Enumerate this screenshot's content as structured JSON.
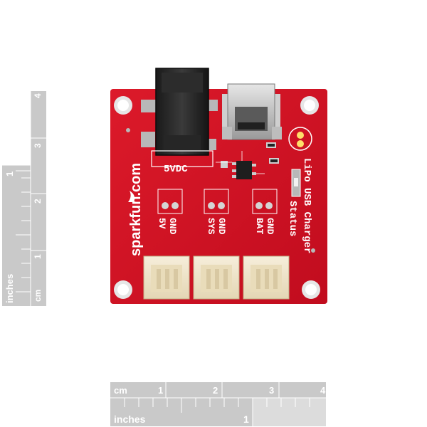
{
  "board": {
    "brand": "sparkfun.com",
    "title": "LiPo USB Charger",
    "status": "Status",
    "power_label": "5VDC",
    "connectors": [
      {
        "pin1": "GND",
        "pin2": "5V"
      },
      {
        "pin1": "GND",
        "pin2": "SYS"
      },
      {
        "pin1": "GND",
        "pin2": "BAT"
      }
    ],
    "colors": {
      "pcb": "#d40f24",
      "silkscreen": "#ffffff",
      "pads": "#c8c8c8",
      "connector": "#f1e7cf"
    }
  },
  "ruler_bottom": {
    "cm_label": "cm",
    "cm_ticks": [
      "1",
      "2",
      "3",
      "4"
    ],
    "inch_label": "inches",
    "inch_ticks": [
      "1"
    ]
  },
  "ruler_left": {
    "cm_label": "cm",
    "cm_ticks": [
      "1",
      "2",
      "3",
      "4"
    ],
    "inch_label": "inches",
    "inch_ticks": [
      "1"
    ]
  }
}
